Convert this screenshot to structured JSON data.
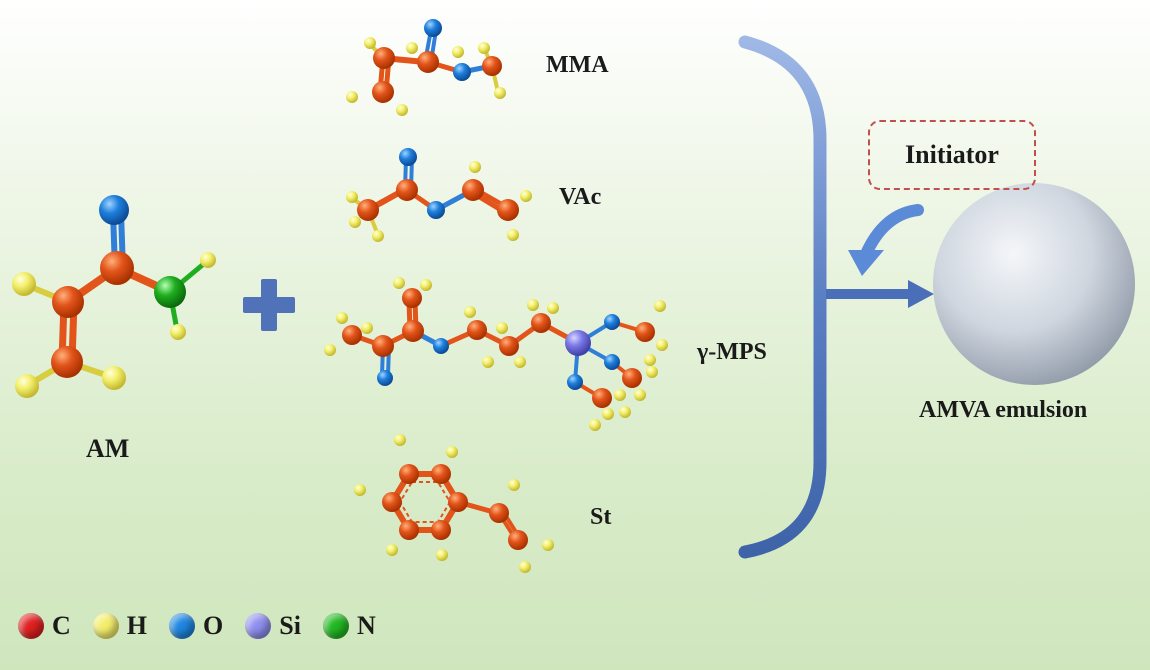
{
  "labels": {
    "am": "AM",
    "mma": "MMA",
    "vac": "VAc",
    "mps": "γ-MPS",
    "st": "St",
    "initiator": "Initiator",
    "emulsion": "AMVA emulsion"
  },
  "legend": [
    {
      "symbol": "C",
      "color": "#e02020"
    },
    {
      "symbol": "H",
      "color": "#f4ee6a"
    },
    {
      "symbol": "O",
      "color": "#1f86e0"
    },
    {
      "symbol": "Si",
      "color": "#8f8ff0"
    },
    {
      "symbol": "N",
      "color": "#22b822"
    }
  ],
  "colors": {
    "carbon_ball": "#e2541a",
    "hydrogen_ball": "#f3ef6b",
    "oxygen_ball": "#1e7fdc",
    "silicon_ball": "#7a78e6",
    "nitrogen_ball": "#1fae1f",
    "plus_sign": "#4f72b8",
    "bracket": "#5b7fc4",
    "initiator_border": "#c0504d",
    "emulsion_sphere": "#c4cdd8"
  }
}
